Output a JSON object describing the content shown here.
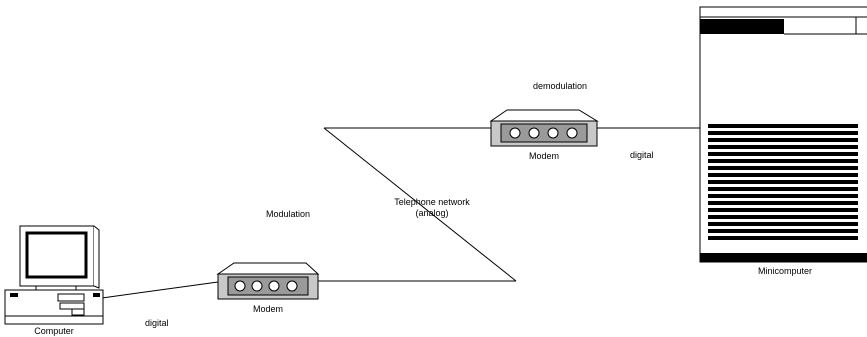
{
  "labels": {
    "computer": "Computer",
    "digital_left": "digital",
    "modem_left": "Modem",
    "modulation": "Modulation",
    "telephone_line1": "Telephone network",
    "telephone_line2": "(analog)",
    "demodulation": "demodulation",
    "modem_right": "Modem",
    "digital_right": "digital",
    "minicomputer": "Minicomputer"
  },
  "colors": {
    "line": "#000000",
    "modem_body": "#c8c8c8",
    "modem_panel": "#9a9a9a",
    "modem_light": "#ffffff",
    "cabinet_fill": "#ffffff",
    "cabinet_bars": "#000000"
  }
}
